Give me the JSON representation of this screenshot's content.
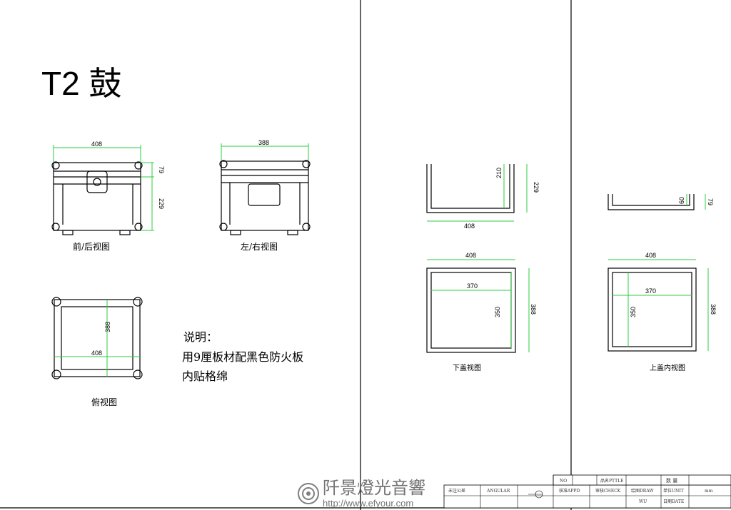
{
  "title": "T2 鼓",
  "views": {
    "front": {
      "label": "前/后视图",
      "width": "408",
      "lid_height": "79",
      "body_height": "229"
    },
    "side": {
      "label": "左/右视图",
      "width": "388"
    },
    "top": {
      "label": "俯视图",
      "width": "408",
      "depth": "388"
    },
    "lower_lid": {
      "label": "下盖视图",
      "section_width": "408",
      "inner_height": "210",
      "outer_height": "229",
      "plan_width": "408",
      "inner_width": "370",
      "inner_depth": "350",
      "outer_depth": "388"
    },
    "upper_lid": {
      "label": "上盖内视图",
      "inner_height": "60",
      "outer_height": "79",
      "plan_width": "408",
      "inner_width": "370",
      "inner_depth": "350",
      "outer_depth": "388"
    }
  },
  "notes": {
    "heading": "说明：",
    "line1": "用9厘板材配黑色防火板",
    "line2": "内贴格绵"
  },
  "title_block": {
    "tolerance": "未注公差",
    "angular": "ANGULAR",
    "no": "NO",
    "title": "品名PTTLE",
    "quantity": "数 量",
    "approved": "核准APPD",
    "check": "审核CHECK",
    "draw": "绘图DRAW",
    "draw_value": "WU",
    "unit": "单位UNIT",
    "unit_value": "mm",
    "date": "日期DATE"
  },
  "watermark": {
    "brand": "阡景燈光音響",
    "url": "http://www.efyour.com"
  },
  "colors": {
    "dimension": "#2ecc40",
    "line": "#000000"
  }
}
